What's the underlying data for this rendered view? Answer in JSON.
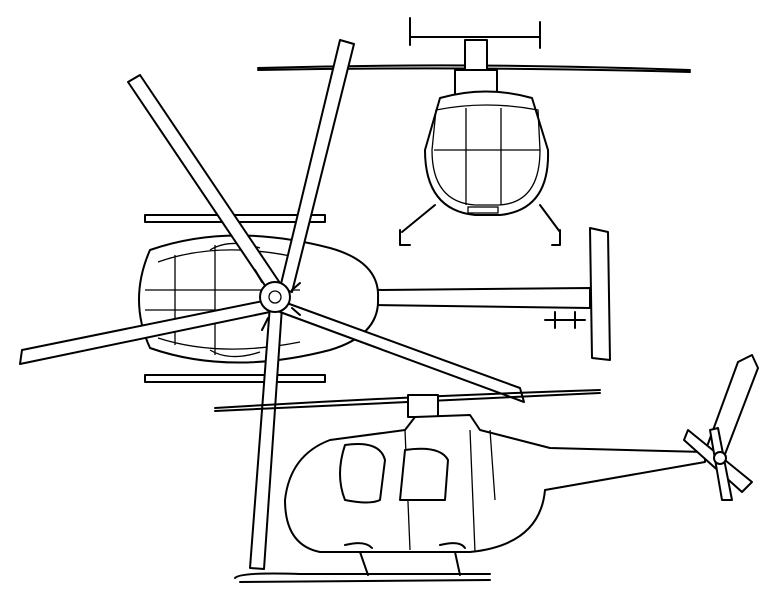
{
  "drawing": {
    "subject": "helicopter-three-view",
    "views": [
      "front",
      "top",
      "side"
    ],
    "colors": {
      "line": "#000000",
      "background": "#ffffff"
    }
  }
}
